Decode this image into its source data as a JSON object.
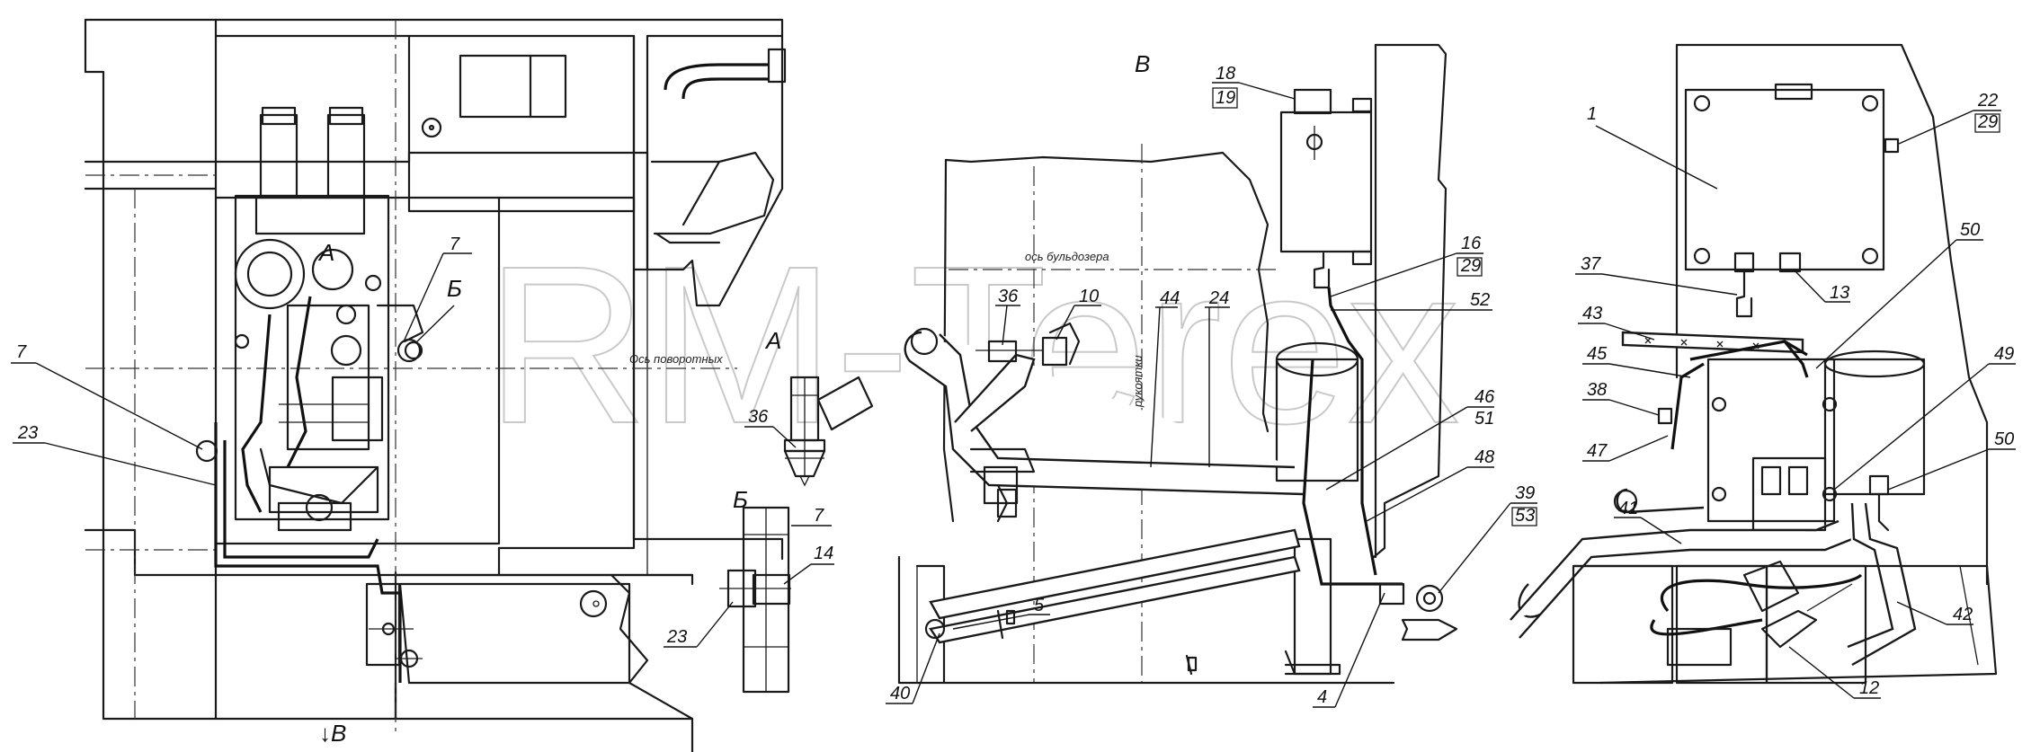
{
  "watermark": "RM-Terex",
  "views": {
    "main_label": "В",
    "bottom_label": "↓В",
    "detail_a": "А",
    "detail_b": "Б",
    "callout_a": "А",
    "callout_b": "Б"
  },
  "axis_labels": {
    "rotation": "Ось поворотных",
    "axle": "ось бульдозера",
    "center": "Ось рукоятки"
  },
  "callouts": [
    {
      "id": "7a",
      "num": "7"
    },
    {
      "id": "7b",
      "num": "7"
    },
    {
      "id": "23a",
      "num": "23"
    },
    {
      "id": "36a",
      "num": "36"
    },
    {
      "id": "7c",
      "num": "7"
    },
    {
      "id": "14",
      "num": "14"
    },
    {
      "id": "23b",
      "num": "23"
    },
    {
      "id": "18",
      "num": "18",
      "sub": "19"
    },
    {
      "id": "16",
      "num": "16",
      "sub": "29"
    },
    {
      "id": "52",
      "num": "52"
    },
    {
      "id": "36b",
      "num": "36"
    },
    {
      "id": "10",
      "num": "10"
    },
    {
      "id": "44",
      "num": "44"
    },
    {
      "id": "24",
      "num": "24"
    },
    {
      "id": "46",
      "num": "46",
      "sub": "51"
    },
    {
      "id": "48",
      "num": "48"
    },
    {
      "id": "39",
      "num": "39",
      "sub": "53"
    },
    {
      "id": "5",
      "num": "5"
    },
    {
      "id": "40",
      "num": "40"
    },
    {
      "id": "4",
      "num": "4"
    },
    {
      "id": "1",
      "num": "1"
    },
    {
      "id": "22",
      "num": "22",
      "sub": "29"
    },
    {
      "id": "37",
      "num": "37"
    },
    {
      "id": "13",
      "num": "13"
    },
    {
      "id": "43",
      "num": "43"
    },
    {
      "id": "45",
      "num": "45"
    },
    {
      "id": "38",
      "num": "38"
    },
    {
      "id": "47",
      "num": "47"
    },
    {
      "id": "41",
      "num": "41"
    },
    {
      "id": "50a",
      "num": "50"
    },
    {
      "id": "49",
      "num": "49"
    },
    {
      "id": "50b",
      "num": "50"
    },
    {
      "id": "42",
      "num": "42"
    },
    {
      "id": "12",
      "num": "12"
    }
  ]
}
